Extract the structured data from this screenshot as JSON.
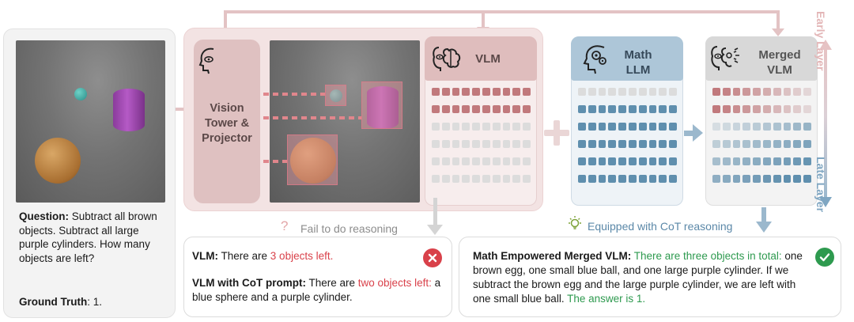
{
  "question": {
    "label": "Question:",
    "text": " Subtract all brown objects. Subtract all large purple cylinders. How many objects are left?",
    "gt_label": "Ground Truth",
    "gt_value": ": 1."
  },
  "vision_tower": {
    "label": "Vision Tower & Projector"
  },
  "vlm": {
    "label": "VLM"
  },
  "math_llm": {
    "label": "Math LLM"
  },
  "merged_vlm": {
    "label": "Merged VLM"
  },
  "layer_axis": {
    "top": "Early Layer",
    "bottom": "Late Layer"
  },
  "fail_note": "Fail to do reasoning",
  "success_note": "Equipped with CoT reasoning",
  "vlm_answer": {
    "label": "VLM:",
    "pre": " There are ",
    "highlight": "3 objects left."
  },
  "cot_answer": {
    "label": "VLM with CoT prompt:",
    "pre": " There are ",
    "highlight": "two objects left:",
    "post": " a blue sphere and a purple cylinder."
  },
  "merged_answer": {
    "label": "Math Empowered Merged VLM:",
    "highlight1": " There are three objects in total:",
    "body": " one brown egg, one small blue ball, and one large purple cylinder. If we subtract the brown egg and the large purple cylinder, we are left with one small blue ball.",
    "highlight2": " The answer is 1."
  },
  "colors": {
    "vlm_red": "#c1797c",
    "math_blue": "#5f8fae",
    "light_gray": "#dcdcdc",
    "fail_red": "#d9414a",
    "success_green": "#2e9a4f"
  }
}
